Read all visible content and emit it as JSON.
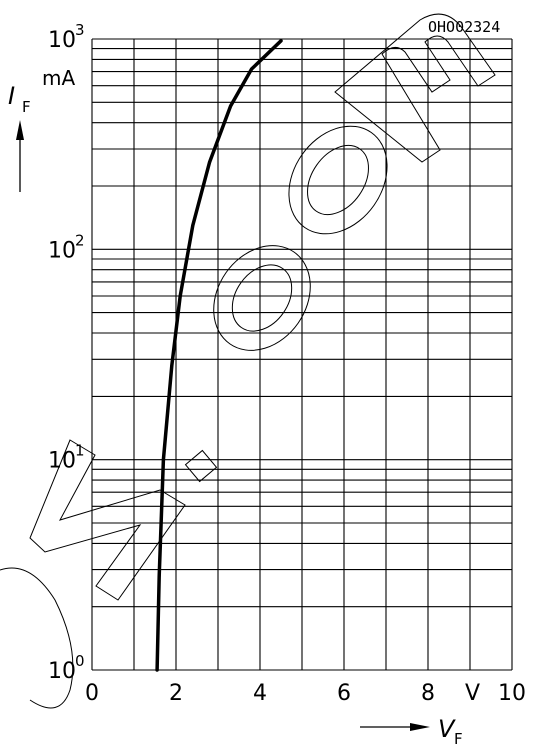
{
  "chart_data": {
    "type": "line",
    "code": "OHO02324",
    "x_axis": {
      "label": "V",
      "label_sub": "F",
      "unit": "V",
      "range": [
        0,
        10
      ],
      "ticks": [
        0,
        2,
        4,
        6,
        8,
        10
      ],
      "tick_labels": [
        "0",
        "2",
        "4",
        "6",
        "8",
        "10"
      ],
      "minor_step": 1,
      "scale": "linear"
    },
    "y_axis": {
      "label": "I",
      "label_sub": "F",
      "unit": "mA",
      "range": [
        1,
        1000
      ],
      "scale": "log",
      "decade_labels": [
        {
          "value": 1,
          "base": "10",
          "exp": "0"
        },
        {
          "value": 10,
          "base": "10",
          "exp": "1"
        },
        {
          "value": 100,
          "base": "10",
          "exp": "2"
        },
        {
          "value": 1000,
          "base": "10",
          "exp": "3"
        }
      ]
    },
    "grid": true,
    "series": [
      {
        "color": "#000000",
        "points": [
          {
            "x": 1.55,
            "y": 1
          },
          {
            "x": 1.6,
            "y": 2.8
          },
          {
            "x": 1.7,
            "y": 10
          },
          {
            "x": 1.9,
            "y": 28
          },
          {
            "x": 2.1,
            "y": 60
          },
          {
            "x": 2.4,
            "y": 130
          },
          {
            "x": 2.8,
            "y": 260
          },
          {
            "x": 3.3,
            "y": 480
          },
          {
            "x": 3.8,
            "y": 720
          },
          {
            "x": 4.5,
            "y": 980
          }
        ]
      }
    ]
  }
}
